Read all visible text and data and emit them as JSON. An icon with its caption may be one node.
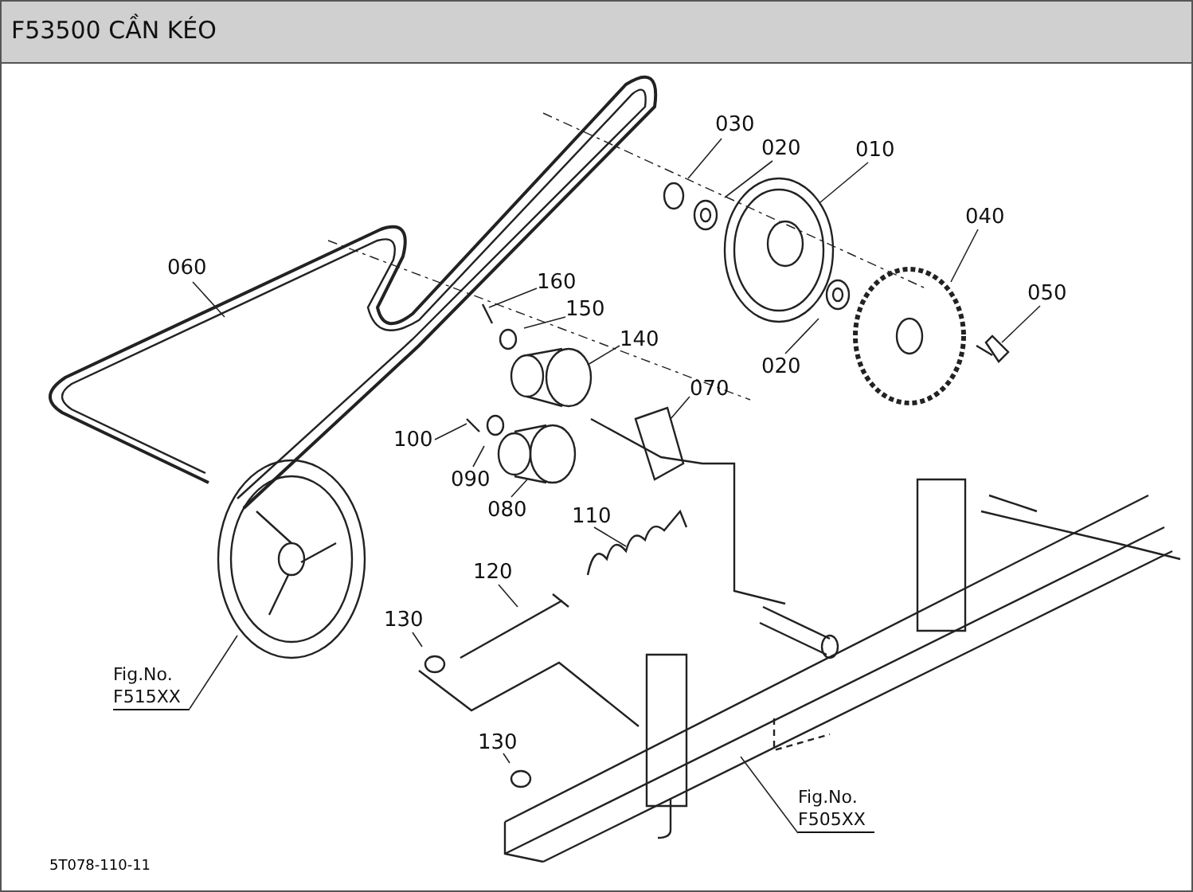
{
  "diagram": {
    "title": "F53500 CẦN KÉO",
    "nodes": [
      {
        "text": [
          "030"
        ]
      },
      {
        "text": [
          "020"
        ]
      },
      {
        "text": [
          "010"
        ]
      },
      {
        "text": [
          "040"
        ]
      },
      {
        "text": [
          "050"
        ]
      },
      {
        "text": [
          "060"
        ]
      },
      {
        "text": [
          "160"
        ]
      },
      {
        "text": [
          "150"
        ]
      },
      {
        "text": [
          "140"
        ]
      },
      {
        "text": [
          "020"
        ]
      },
      {
        "text": [
          "070"
        ]
      },
      {
        "text": [
          "100"
        ]
      },
      {
        "text": [
          "090"
        ]
      },
      {
        "text": [
          "080"
        ]
      },
      {
        "text": [
          "110"
        ]
      },
      {
        "text": [
          "120"
        ]
      },
      {
        "text": [
          "130"
        ]
      },
      {
        "text": [
          "Fig.No. F515XX"
        ]
      },
      {
        "text": [
          "130"
        ]
      },
      {
        "text": [
          "Fig.No. F505XX"
        ]
      }
    ],
    "edges": [
      {
        "from": 0,
        "to": null,
        "arrow": "none"
      },
      {
        "from": 1,
        "to": null,
        "arrow": "none"
      },
      {
        "from": 2,
        "to": null,
        "arrow": "none"
      },
      {
        "from": 3,
        "to": null,
        "arrow": "none"
      },
      {
        "from": 4,
        "to": null,
        "arrow": "none"
      },
      {
        "from": 5,
        "to": null,
        "arrow": "none"
      },
      {
        "from": 6,
        "to": null,
        "arrow": "none"
      },
      {
        "from": 7,
        "to": null,
        "arrow": "none"
      },
      {
        "from": 8,
        "to": null,
        "arrow": "none"
      },
      {
        "from": 9,
        "to": null,
        "arrow": "none"
      },
      {
        "from": 10,
        "to": null,
        "arrow": "none"
      },
      {
        "from": 11,
        "to": null,
        "arrow": "none"
      },
      {
        "from": 12,
        "to": null,
        "arrow": "none"
      },
      {
        "from": 13,
        "to": null,
        "arrow": "none"
      },
      {
        "from": 14,
        "to": null,
        "arrow": "none"
      },
      {
        "from": 15,
        "to": null,
        "arrow": "none"
      },
      {
        "from": 16,
        "to": null,
        "arrow": "none"
      },
      {
        "from": 17,
        "to": null,
        "arrow": "none"
      },
      {
        "from": 18,
        "to": null,
        "arrow": "none"
      },
      {
        "from": 19,
        "to": null,
        "arrow": "none"
      }
    ],
    "labels": [
      "5T078-110-11"
    ]
  }
}
